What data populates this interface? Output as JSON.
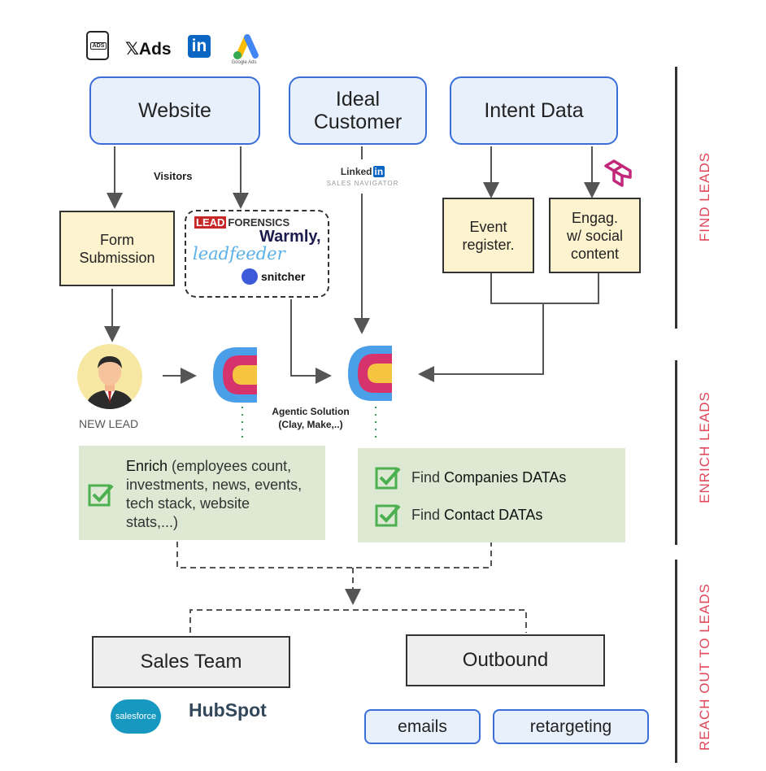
{
  "logos": {
    "ads_icon": "ADS",
    "x_ads": "Ads",
    "linkedin": "in",
    "google_ads": "Google Ads",
    "linkedin_nav_top": "Linked",
    "linkedin_nav_in": "in",
    "linkedin_nav_bottom": "SALES NAVIGATOR",
    "lead_forensics_a": "LEAD",
    "lead_forensics_b": "FORENSICS",
    "warmly": "Warmly,",
    "leadfeeder": "leadfeeder",
    "snitcher": "snitcher",
    "salesforce": "salesforce",
    "hubspot": "HubSpot"
  },
  "nodes": {
    "website": "Website",
    "ideal_customer_1": "Ideal",
    "ideal_customer_2": "Customer",
    "intent_data": "Intent Data",
    "visitors": "Visitors",
    "form_submission_1": "Form",
    "form_submission_2": "Submission",
    "event_register_1": "Event",
    "event_register_2": "register.",
    "engag_1": "Engag.",
    "engag_2": "w/ social",
    "engag_3": "content",
    "new_lead": "NEW LEAD",
    "agentic_1": "Agentic Solution",
    "agentic_2": "(Clay, Make,..)",
    "sales_team": "Sales Team",
    "outbound": "Outbound",
    "emails": "emails",
    "retargeting": "retargeting"
  },
  "enrich": {
    "word": "Enrich",
    "line1_rest": " (employees count,",
    "line2": "investments, news, events,",
    "line3": "tech stack, website",
    "line4": "stats,...)"
  },
  "find": {
    "prefix1": "Find ",
    "bold1": "Companies DATAs",
    "prefix2": "Find ",
    "bold2": "Contact DATAs"
  },
  "sections": {
    "find_leads": "FIND LEADS",
    "enrich_leads": "ENRICH  LEADS",
    "reach_out": "REACH OUT TO LEADS"
  },
  "colors": {
    "accent_red": "#e0475b",
    "box_blue": "#3a6fd8",
    "clay_blue": "#4a9fe8",
    "clay_pink": "#d6336c",
    "clay_yellow": "#f5c542"
  }
}
